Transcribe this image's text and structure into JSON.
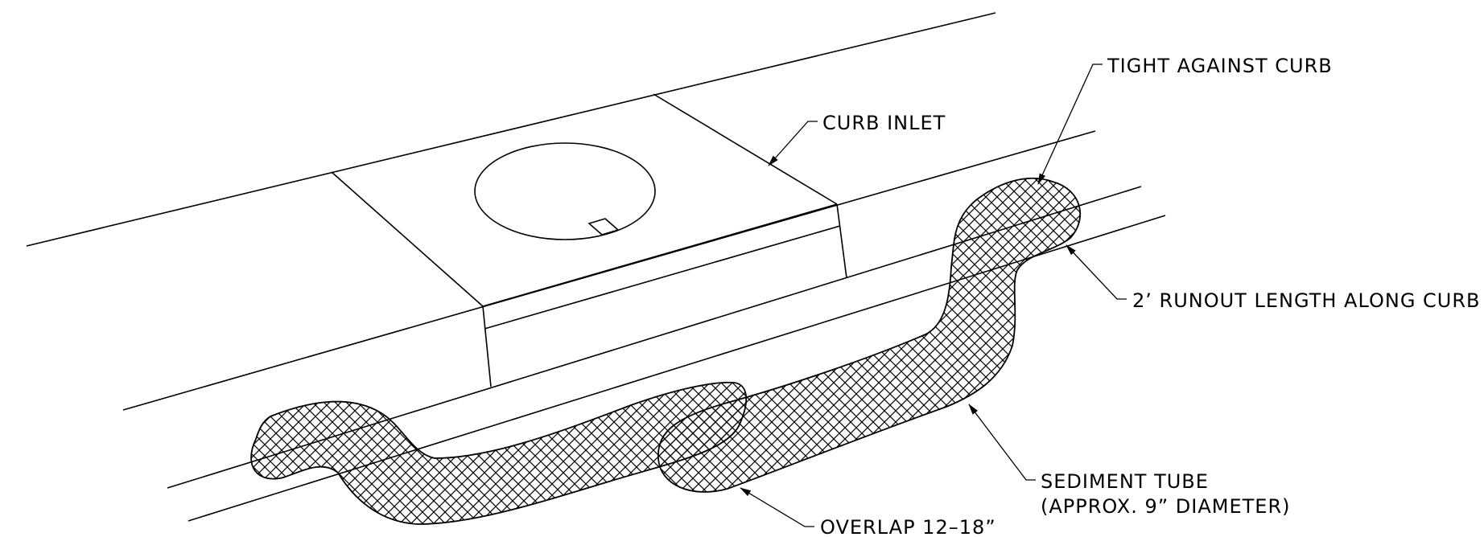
{
  "colors": {
    "line": "#000000",
    "background": "#ffffff"
  },
  "labels": {
    "tight_against_curb": "TIGHT AGAINST CURB",
    "curb_inlet": "CURB INLET",
    "runout_length": "2’ RUNOUT LENGTH ALONG CURB",
    "sediment_tube_line1": "SEDIMENT TUBE",
    "sediment_tube_line2": "(APPROX. 9” DIAMETER)",
    "overlap": "OVERLAP 12–18”"
  },
  "hatch": {
    "pattern": "crosshatch"
  }
}
